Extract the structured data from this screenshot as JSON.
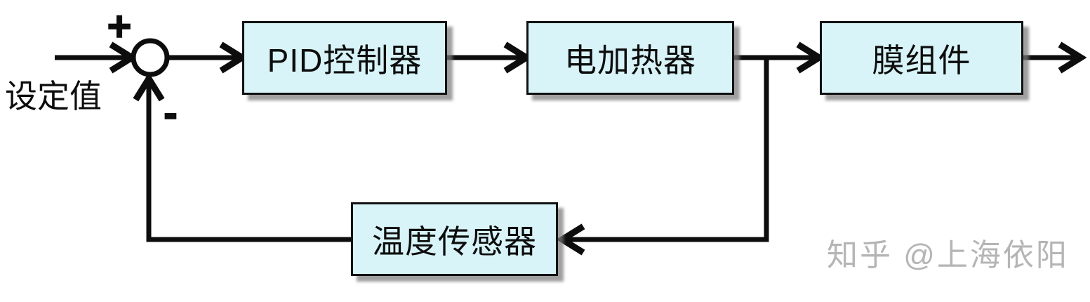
{
  "diagram": {
    "input_label": "设定值",
    "summing_junction": {
      "plus": "+",
      "minus": "-"
    },
    "blocks": [
      {
        "name": "pid-controller",
        "label": "PID控制器"
      },
      {
        "name": "electric-heater",
        "label": "电加热器"
      },
      {
        "name": "membrane-module",
        "label": "膜组件"
      },
      {
        "name": "temperature-sensor",
        "label": "温度传感器"
      }
    ],
    "colors": {
      "background": "#ffffff",
      "block_fill": "#d8f4f8",
      "block_border": "#111111",
      "line": "#0d0d0d",
      "watermark_text": "#b5b5b5"
    }
  },
  "watermark": {
    "text": "知乎 @上海依阳"
  }
}
